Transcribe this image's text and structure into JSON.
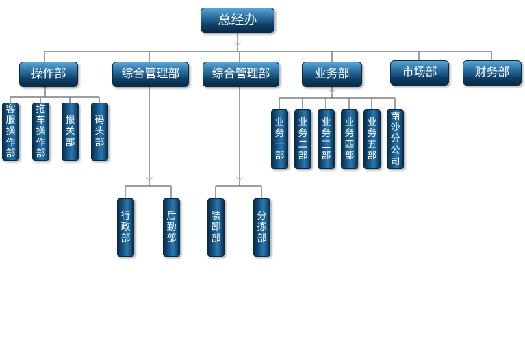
{
  "org": {
    "root": "总经办",
    "level1": [
      "操作部",
      "综合管理部",
      "综合管理部",
      "业务部",
      "市场部",
      "财务部"
    ],
    "operations_children": [
      "客服操作部",
      "拖车操作部",
      "报关部",
      "码头部"
    ],
    "admin_a_children": [
      "行政部",
      "后勤部"
    ],
    "admin_b_children": [
      "装卸部",
      "分拣部"
    ],
    "business_children": [
      "业务一部",
      "业务二部",
      "业务三部",
      "业务四部",
      "业务五部",
      "南沙分公司"
    ]
  },
  "colors": {
    "box_dark": "#082a47",
    "box_mid": "#2a6e9f",
    "box_light": "#5aa5d6",
    "connector": "#7f7f7f",
    "text": "#ffffff"
  }
}
